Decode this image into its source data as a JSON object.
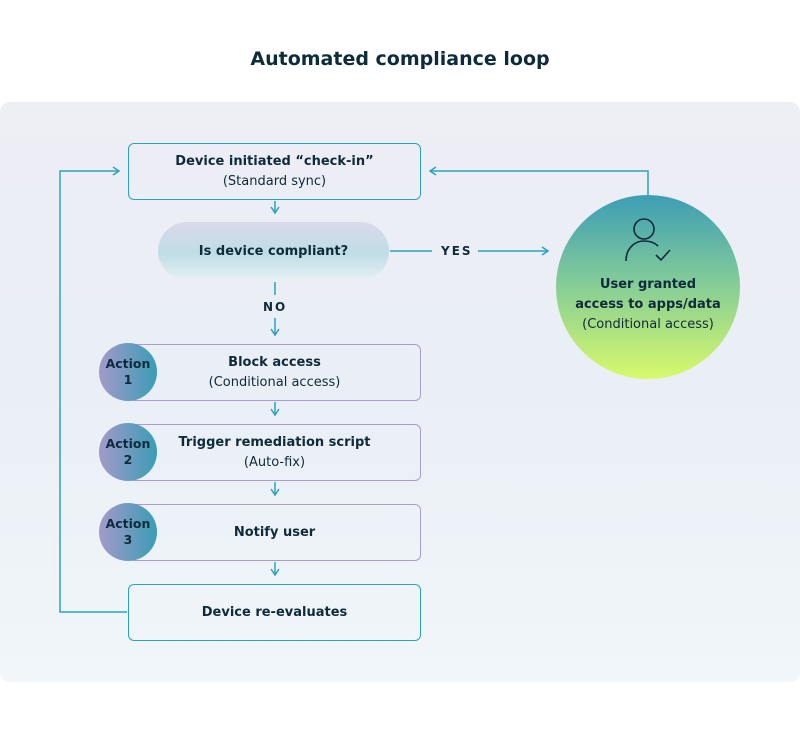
{
  "title": "Automated compliance loop",
  "checkin": {
    "title": "Device initiated “check-in”",
    "sub": "(Standard sync)"
  },
  "decision": "Is device compliant?",
  "yes": "YES",
  "no": "NO",
  "granted": {
    "line1": "User granted",
    "line2": "access to apps/data",
    "sub": "(Conditional access)"
  },
  "actions": [
    {
      "badge1": "Action",
      "badge2": "1",
      "title": "Block access",
      "sub": "(Conditional access)"
    },
    {
      "badge1": "Action",
      "badge2": "2",
      "title": "Trigger remediation script",
      "sub": "(Auto-fix)"
    },
    {
      "badge1": "Action",
      "badge2": "3",
      "title": "Notify user",
      "sub": ""
    }
  ],
  "reeval": "Device re-evaluates",
  "colors": {
    "line": "#2aa3bd",
    "action_border": "#a99cd0"
  }
}
